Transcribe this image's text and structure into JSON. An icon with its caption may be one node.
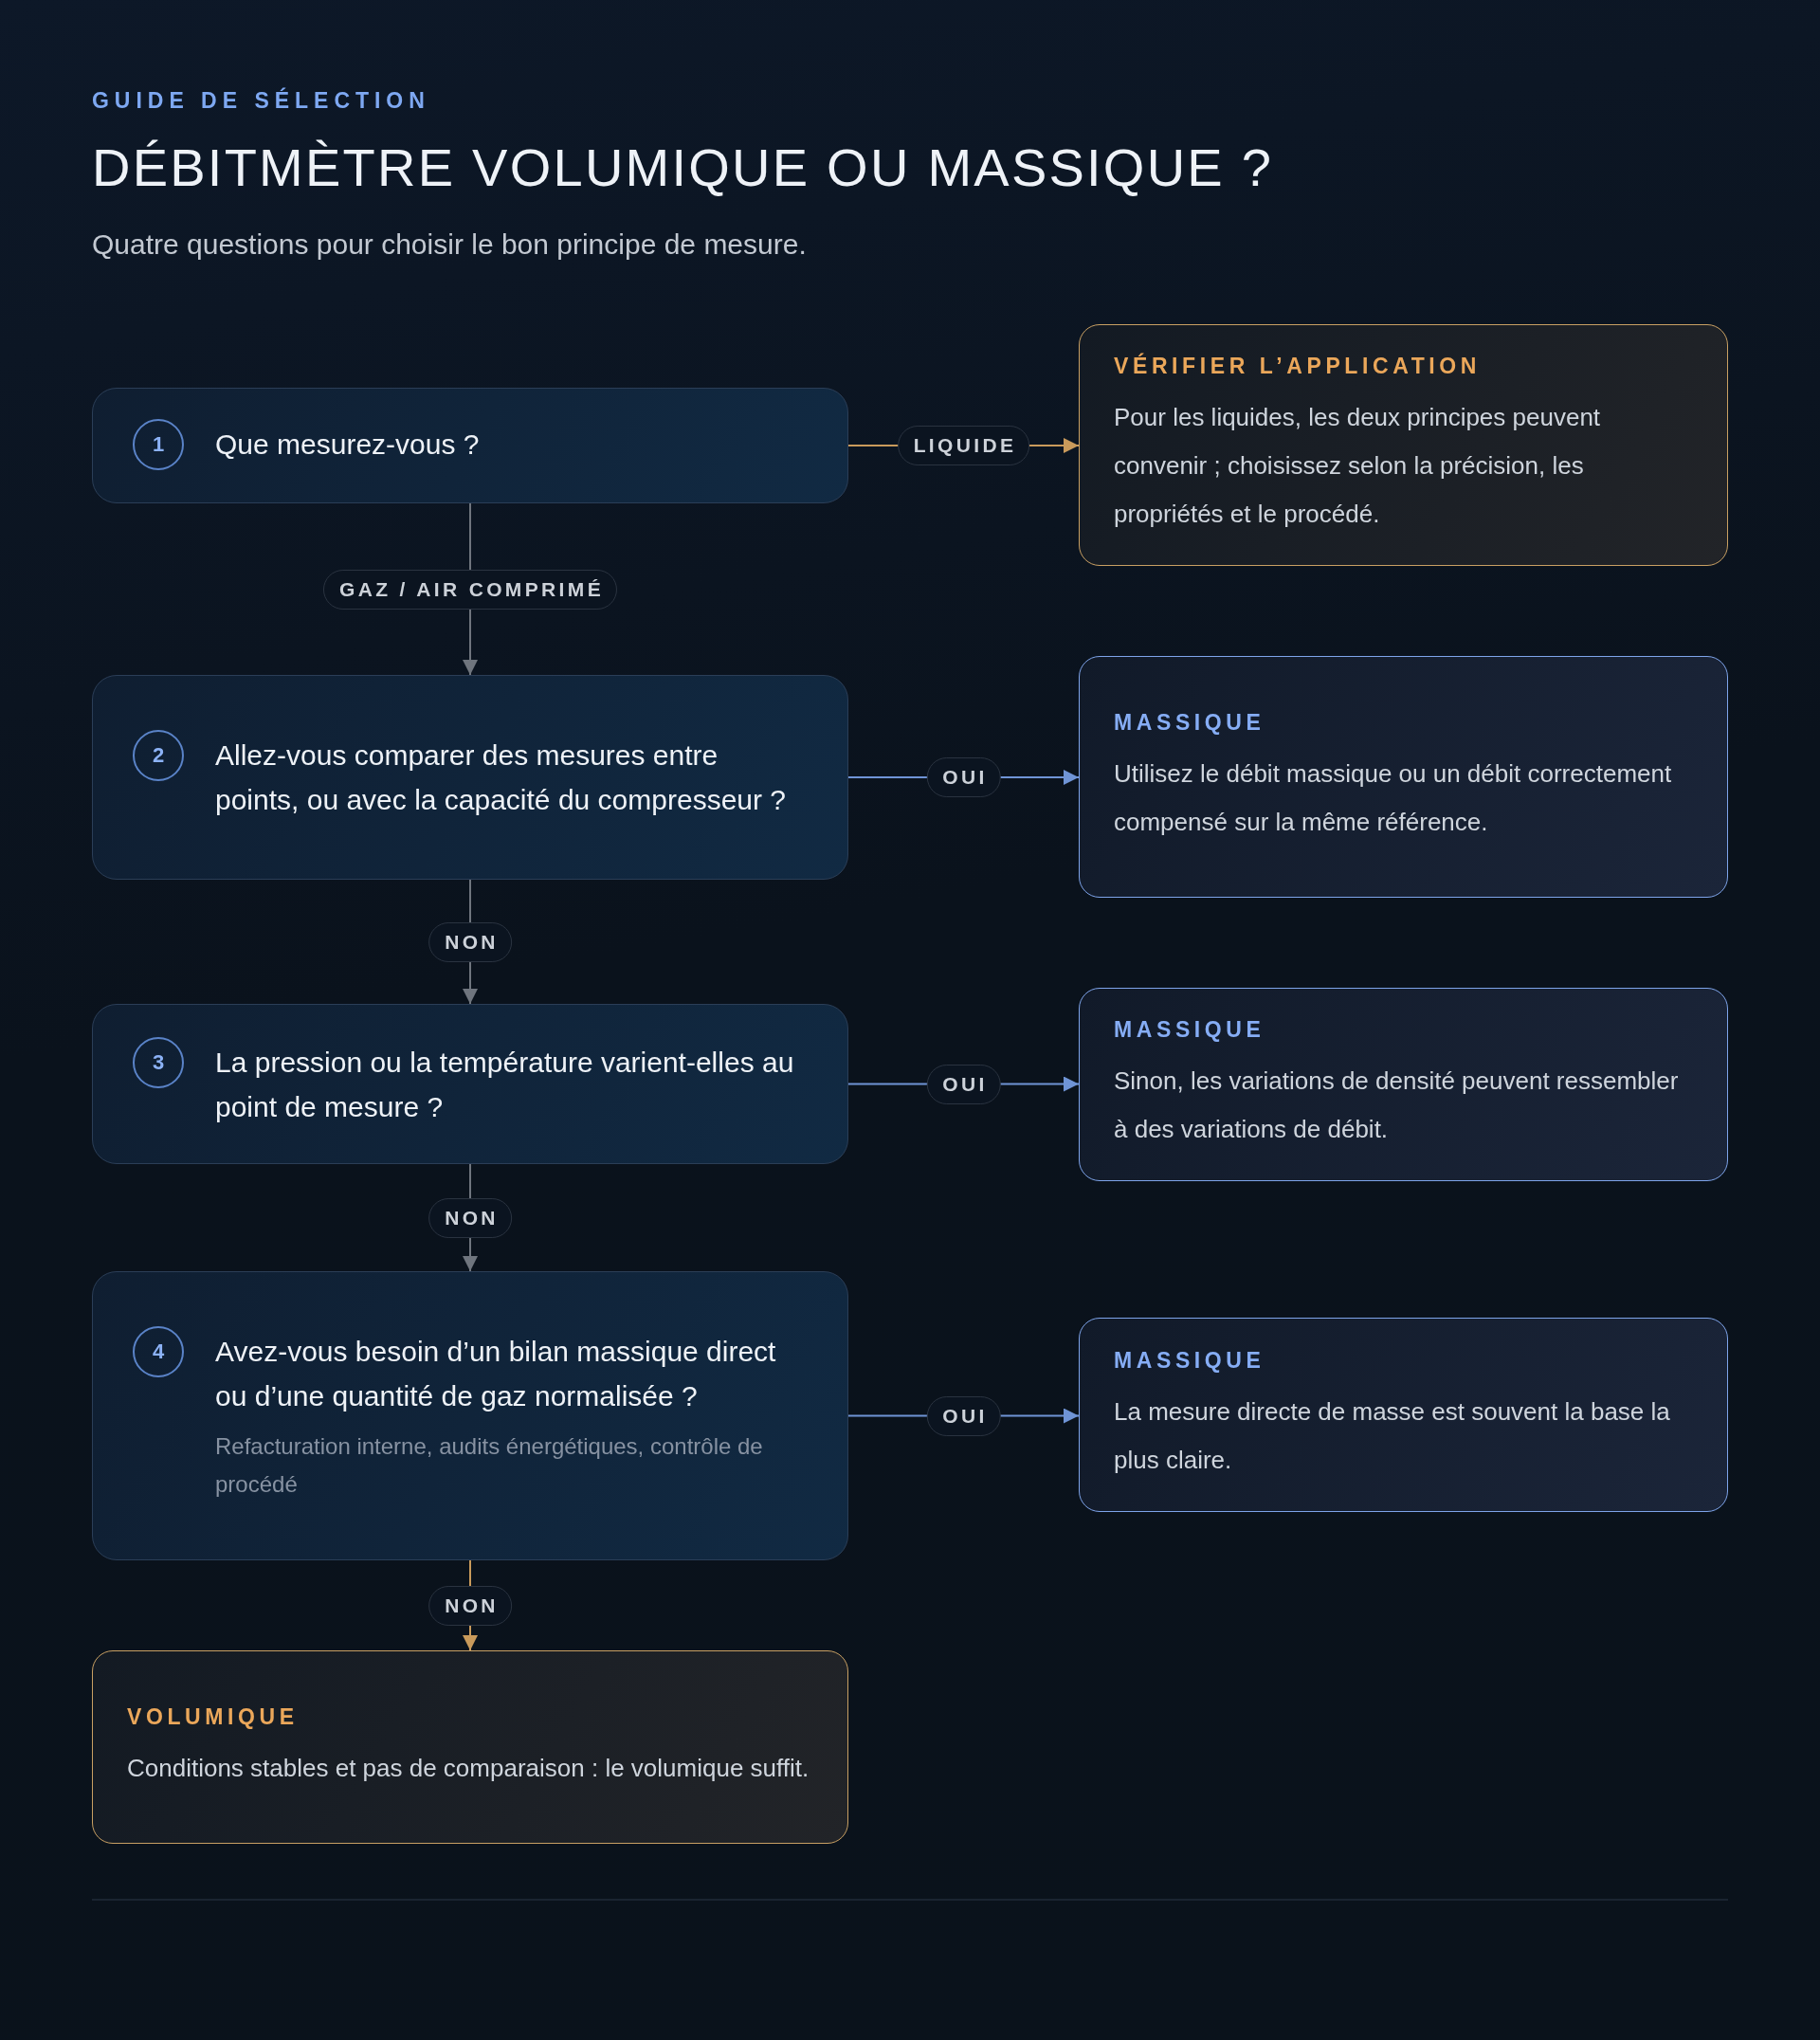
{
  "diagram": {
    "title": "DÉBITMÈTRE VOLUMIQUE OU MASSIQUE ?",
    "nodes": [
      {
        "text": [
          "1",
          "Que mesurez-vous ?"
        ]
      },
      {
        "text": [
          "VÉRIFIER L’APPLICATION",
          "Pour les liquides, les deux principes peuvent convenir ; choisissez selon la précision, les propriétés et le procédé."
        ]
      },
      {
        "text": [
          "2",
          "Allez-vous comparer des mesures entre points, ou avec la capacité du compresseur ?"
        ]
      },
      {
        "text": [
          "MASSIQUE",
          "Utilisez le débit massique ou un débit correctement compensé sur la même référence."
        ]
      },
      {
        "text": [
          "3",
          "La pression ou la température varient-elles au point de mesure ?"
        ]
      },
      {
        "text": [
          "MASSIQUE",
          "Sinon, les variations de densité peuvent ressembler à des variations de débit."
        ]
      },
      {
        "text": [
          "4",
          "Avez-vous besoin d’un bilan massique direct ou d’une quantité de gaz normalisée ?",
          "Refacturation interne, audits énergétiques, contrôle de procédé"
        ]
      },
      {
        "text": [
          "MASSIQUE",
          "La mesure directe de masse est souvent la base la plus claire."
        ]
      },
      {
        "text": [
          "VOLUMIQUE",
          "Conditions stables et pas de comparaison : le volumique suffit."
        ]
      }
    ],
    "edges": [
      {
        "from": 0,
        "to": 1,
        "arrow": "to",
        "label": "LIQUIDE",
        "color": "#c99a5b"
      },
      {
        "from": 0,
        "to": 2,
        "arrow": "to",
        "label": "GAZ / AIR COMPRIMÉ"
      },
      {
        "from": 2,
        "to": 3,
        "arrow": "to",
        "label": "OUI",
        "color": "#6f94d6"
      },
      {
        "from": 2,
        "to": 4,
        "arrow": "to",
        "label": "NON"
      },
      {
        "from": 4,
        "to": 5,
        "arrow": "to",
        "label": "OUI",
        "color": "#6f94d6"
      },
      {
        "from": 4,
        "to": 6,
        "arrow": "to",
        "label": "NON"
      },
      {
        "from": 6,
        "to": 7,
        "arrow": "to",
        "label": "OUI",
        "color": "#6f94d6"
      },
      {
        "from": 6,
        "to": 8,
        "arrow": "to",
        "label": "NON",
        "color": "#c99a5b"
      }
    ],
    "labels": [
      "GUIDE DE SÉLECTION",
      "Quatre questions pour choisir le bon principe de mesure."
    ]
  }
}
